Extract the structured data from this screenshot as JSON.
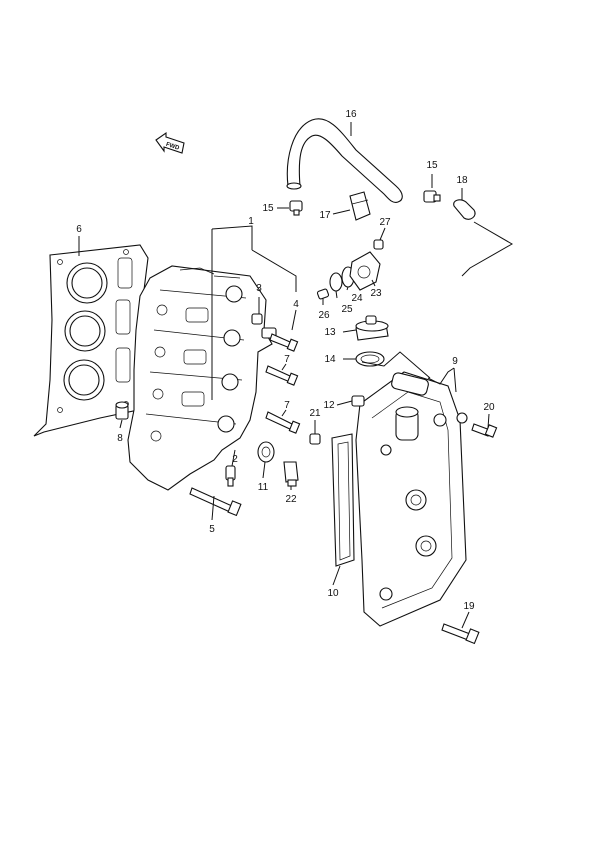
{
  "direction_arrow": {
    "text": "FWD"
  },
  "callouts": {
    "c1": "1",
    "c2": "2",
    "c3": "3",
    "c4": "4",
    "c5": "5",
    "c6": "6",
    "c7a": "7",
    "c7b": "7",
    "c8": "8",
    "c9": "9",
    "c10": "10",
    "c11": "11",
    "c12": "12",
    "c13": "13",
    "c14": "14",
    "c15a": "15",
    "c15b": "15",
    "c16": "16",
    "c17": "17",
    "c18": "18",
    "c19": "19",
    "c20": "20",
    "c21": "21",
    "c22": "22",
    "c23": "23",
    "c24": "24",
    "c25": "25",
    "c26": "26",
    "c27": "27"
  }
}
